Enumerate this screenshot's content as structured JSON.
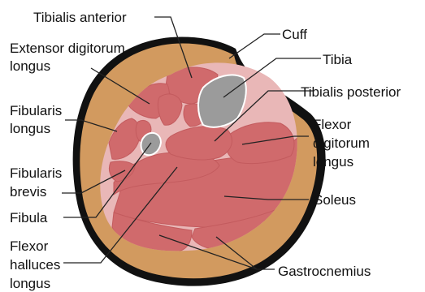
{
  "labels": {
    "tibialis_anterior": "Tibialis anterior",
    "cuff": "Cuff",
    "extensor_line1": "Extensor digitorum",
    "extensor_line2": "longus",
    "tibia": "Tibia",
    "tibialis_posterior": "Tibialis posterior",
    "fibularis_longus_line1": "Fibularis",
    "fibularis_longus_line2": "longus",
    "fdl_line1": "Flexor",
    "fdl_line2": "digitorum",
    "fdl_line3": "longus",
    "fibularis_brevis_line1": "Fibularis",
    "fibularis_brevis_line2": "brevis",
    "soleus": "Soleus",
    "fibula": "Fibula",
    "fhl_line1": "Flexor",
    "fhl_line2": "halluces",
    "fhl_line3": "longus",
    "gastrocnemius": "Gastrocnemius"
  },
  "colors": {
    "cuff": "#111111",
    "fat": "#d29a5f",
    "fascia": "#e9b7b7",
    "muscle": "#d06a6c",
    "muscle_edge": "#c35b5e",
    "bone": "#9b9b9b",
    "bone_edge": "#ffffff",
    "leader": "#222222"
  }
}
